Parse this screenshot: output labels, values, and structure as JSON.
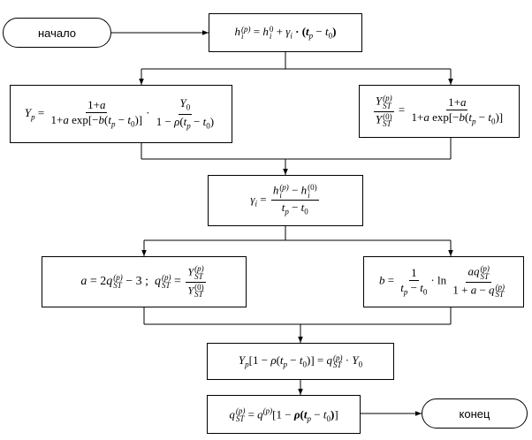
{
  "terminals": {
    "start": "начало",
    "end": "конец"
  },
  "formulas": {
    "step1": "h_i^(p) = h_i^0 + γ_i · (t_p − t_0)",
    "step2_left": "Y_p = (1+a)/(1+a exp[−b(t_p − t_0)]) · Y_0/(1 − ρ(t_p − t_0))",
    "step2_right": "Y_ST^(p)/Y_ST^(0) = (1+a)/(1+a exp[−b(t_p − t_0)])",
    "step3": "γ_i = (h_i^(p) − h_i^(0))/(t_p − t_0)",
    "step4_left": "a = 2q_ST^(p) − 3 ; q_ST^(p) = Y_ST^(p)/Y_ST^(0)",
    "step4_right": "b = 1/(t_p − t_0) · ln (a q_ST^(p))/(1 + a − q_ST^(p))",
    "step5": "Y_p[1 − ρ(t_p − t_0)] = q_ST^(p) · Y_0",
    "step6": "q_ST^(p) = q^(p)[1 − ρ(t_p − t_0)]"
  }
}
